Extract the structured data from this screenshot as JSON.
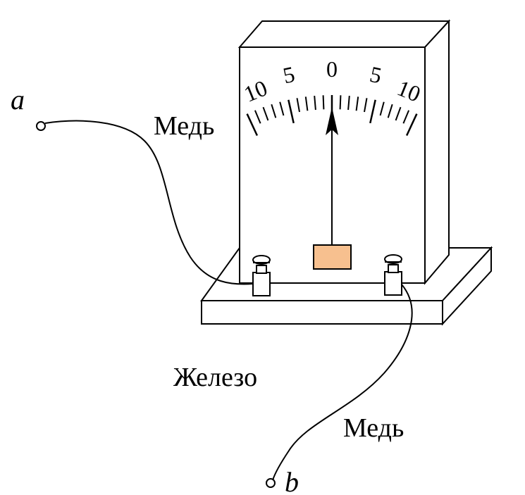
{
  "labels": {
    "terminal_a": "a",
    "terminal_b": "b",
    "wire_left": "Медь",
    "wire_right": "Медь",
    "junction": "Железо"
  },
  "scale": {
    "left": [
      "10",
      "5"
    ],
    "center": "0",
    "right": [
      "5",
      "10"
    ]
  },
  "colors": {
    "line": "#000000",
    "indicator": "#f7c08f"
  }
}
